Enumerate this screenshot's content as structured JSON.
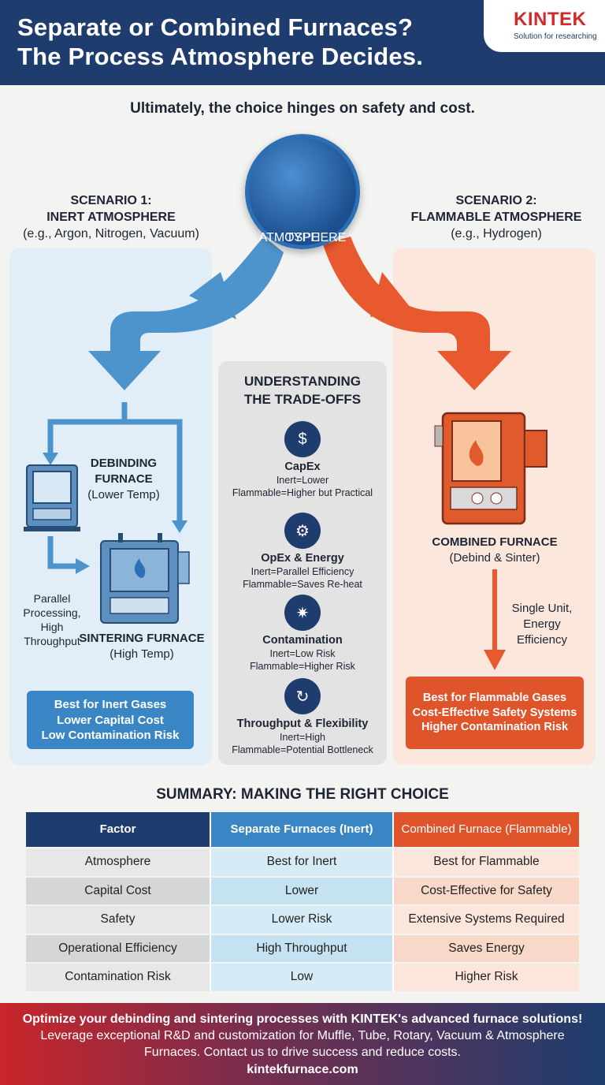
{
  "header": {
    "title_line1": "Separate or Combined Furnaces?",
    "title_line2": "The Process Atmosphere Decides.",
    "logo_brand": "KINTEK",
    "logo_tagline": "Solution for researching"
  },
  "subtitle": "Ultimately, the choice hinges on safety and cost.",
  "center": {
    "line1": "ATMOSPHERE",
    "line2": "TYPE"
  },
  "scenario1": {
    "line1": "SCENARIO 1:",
    "line2": "INERT ATMOSPHERE",
    "line3": "(e.g., Argon, Nitrogen, Vacuum)"
  },
  "scenario2": {
    "line1": "SCENARIO 2:",
    "line2": "FLAMMABLE ATMOSPHERE",
    "line3": "(e.g., Hydrogen)"
  },
  "left": {
    "debind_title1": "DEBINDING",
    "debind_title2": "FURNACE",
    "debind_sub": "(Lower Temp)",
    "sinter_title": "SINTERING FURNACE",
    "sinter_sub": "(High Temp)",
    "parallel1": "Parallel",
    "parallel2": "Processing,",
    "parallel3": "High",
    "parallel4": "Throughput",
    "box": [
      "Best for Inert Gases",
      "Lower Capital Cost",
      "Low Contamination Risk"
    ]
  },
  "right": {
    "title": "COMBINED FURNACE",
    "sub": "(Debind & Sinter)",
    "note1": "Single Unit,",
    "note2": "Energy",
    "note3": "Efficiency",
    "box": [
      "Best for Flammable Gases",
      "Cost-Effective Safety Systems",
      "Higher Contamination Risk"
    ]
  },
  "middle": {
    "title1": "UNDERSTANDING",
    "title2": "THE TRADE-OFFS",
    "items": [
      {
        "icon": "money-bag-icon",
        "title": "CapEx",
        "l1": "Inert=Lower",
        "l2": "Flammable=Higher but Practical"
      },
      {
        "icon": "gear-icon",
        "title": "OpEx & Energy",
        "l1": "Inert=Parallel Efficiency",
        "l2": "Flammable=Saves Re-heat"
      },
      {
        "icon": "contamination-icon",
        "title": "Contamination",
        "l1": "Inert=Low Risk",
        "l2": "Flammable=Higher Risk"
      },
      {
        "icon": "clock-refresh-icon",
        "title": "Throughput & Flexibility",
        "l1": "Inert=High",
        "l2": "Flammable=Potential Bottleneck"
      }
    ]
  },
  "summary": {
    "title": "SUMMARY: MAKING THE RIGHT CHOICE",
    "headers": [
      "Factor",
      "Separate Furnaces (Inert)",
      "Combined Furnace (Flammable)"
    ],
    "rows": [
      [
        "Atmosphere",
        "Best for Inert",
        "Best for Flammable"
      ],
      [
        "Capital Cost",
        "Lower",
        "Cost-Effective for Safety"
      ],
      [
        "Safety",
        "Lower Risk",
        "Extensive Systems Required"
      ],
      [
        "Operational Efficiency",
        "High Throughput",
        "Saves Energy"
      ],
      [
        "Contamination Risk",
        "Low",
        "Higher Risk"
      ]
    ]
  },
  "footer": {
    "bold": "Optimize your debinding and sintering processes with KINTEK's advanced furnace solutions!",
    "text": " Leverage exceptional R&D and customization for Muffle, Tube, Rotary, Vacuum & Atmosphere Furnaces. Contact us to drive success and reduce costs.",
    "url": "kintekfurnace.com"
  },
  "colors": {
    "navy": "#1e3d6e",
    "blue": "#3a86c4",
    "orange": "#e0542c",
    "red": "#c8262a"
  }
}
